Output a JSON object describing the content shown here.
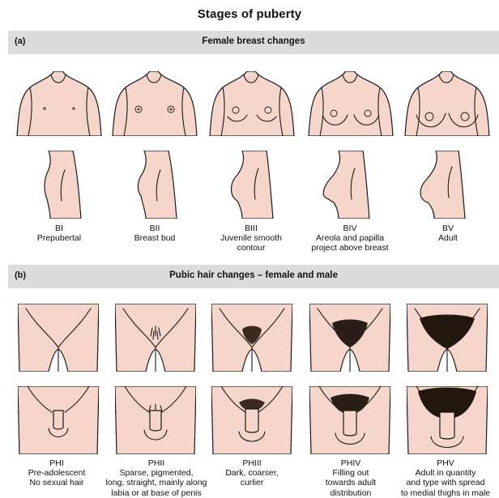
{
  "title": "Stages of puberty",
  "section_a": {
    "tag": "(a)",
    "heading": "Female breast changes"
  },
  "section_b": {
    "tag": "(b)",
    "heading": "Pubic hair changes – female and male"
  },
  "breast_stages": [
    {
      "code": "BI",
      "desc": [
        "Prepubertal"
      ]
    },
    {
      "code": "BII",
      "desc": [
        "Breast bud"
      ]
    },
    {
      "code": "BIII",
      "desc": [
        "Juvenile smooth",
        "contour"
      ]
    },
    {
      "code": "BIV",
      "desc": [
        "Areola and papilla",
        "project above breast"
      ]
    },
    {
      "code": "BV",
      "desc": [
        "Adult"
      ]
    }
  ],
  "pubic_stages": [
    {
      "code": "PHI",
      "desc": [
        "Pre-adolescent",
        "No sexual hair"
      ]
    },
    {
      "code": "PHII",
      "desc": [
        "Sparse, pigmented,",
        "long, straight, mainly along",
        "labia or at base of penis"
      ]
    },
    {
      "code": "PHIII",
      "desc": [
        "Dark, coarser,",
        "curlier"
      ]
    },
    {
      "code": "PHIV",
      "desc": [
        "Filling out",
        "towards adult",
        "distribution"
      ]
    },
    {
      "code": "PHV",
      "desc": [
        "Adult in quantity",
        "and type with spread",
        "to medial thighs in male"
      ]
    }
  ]
}
